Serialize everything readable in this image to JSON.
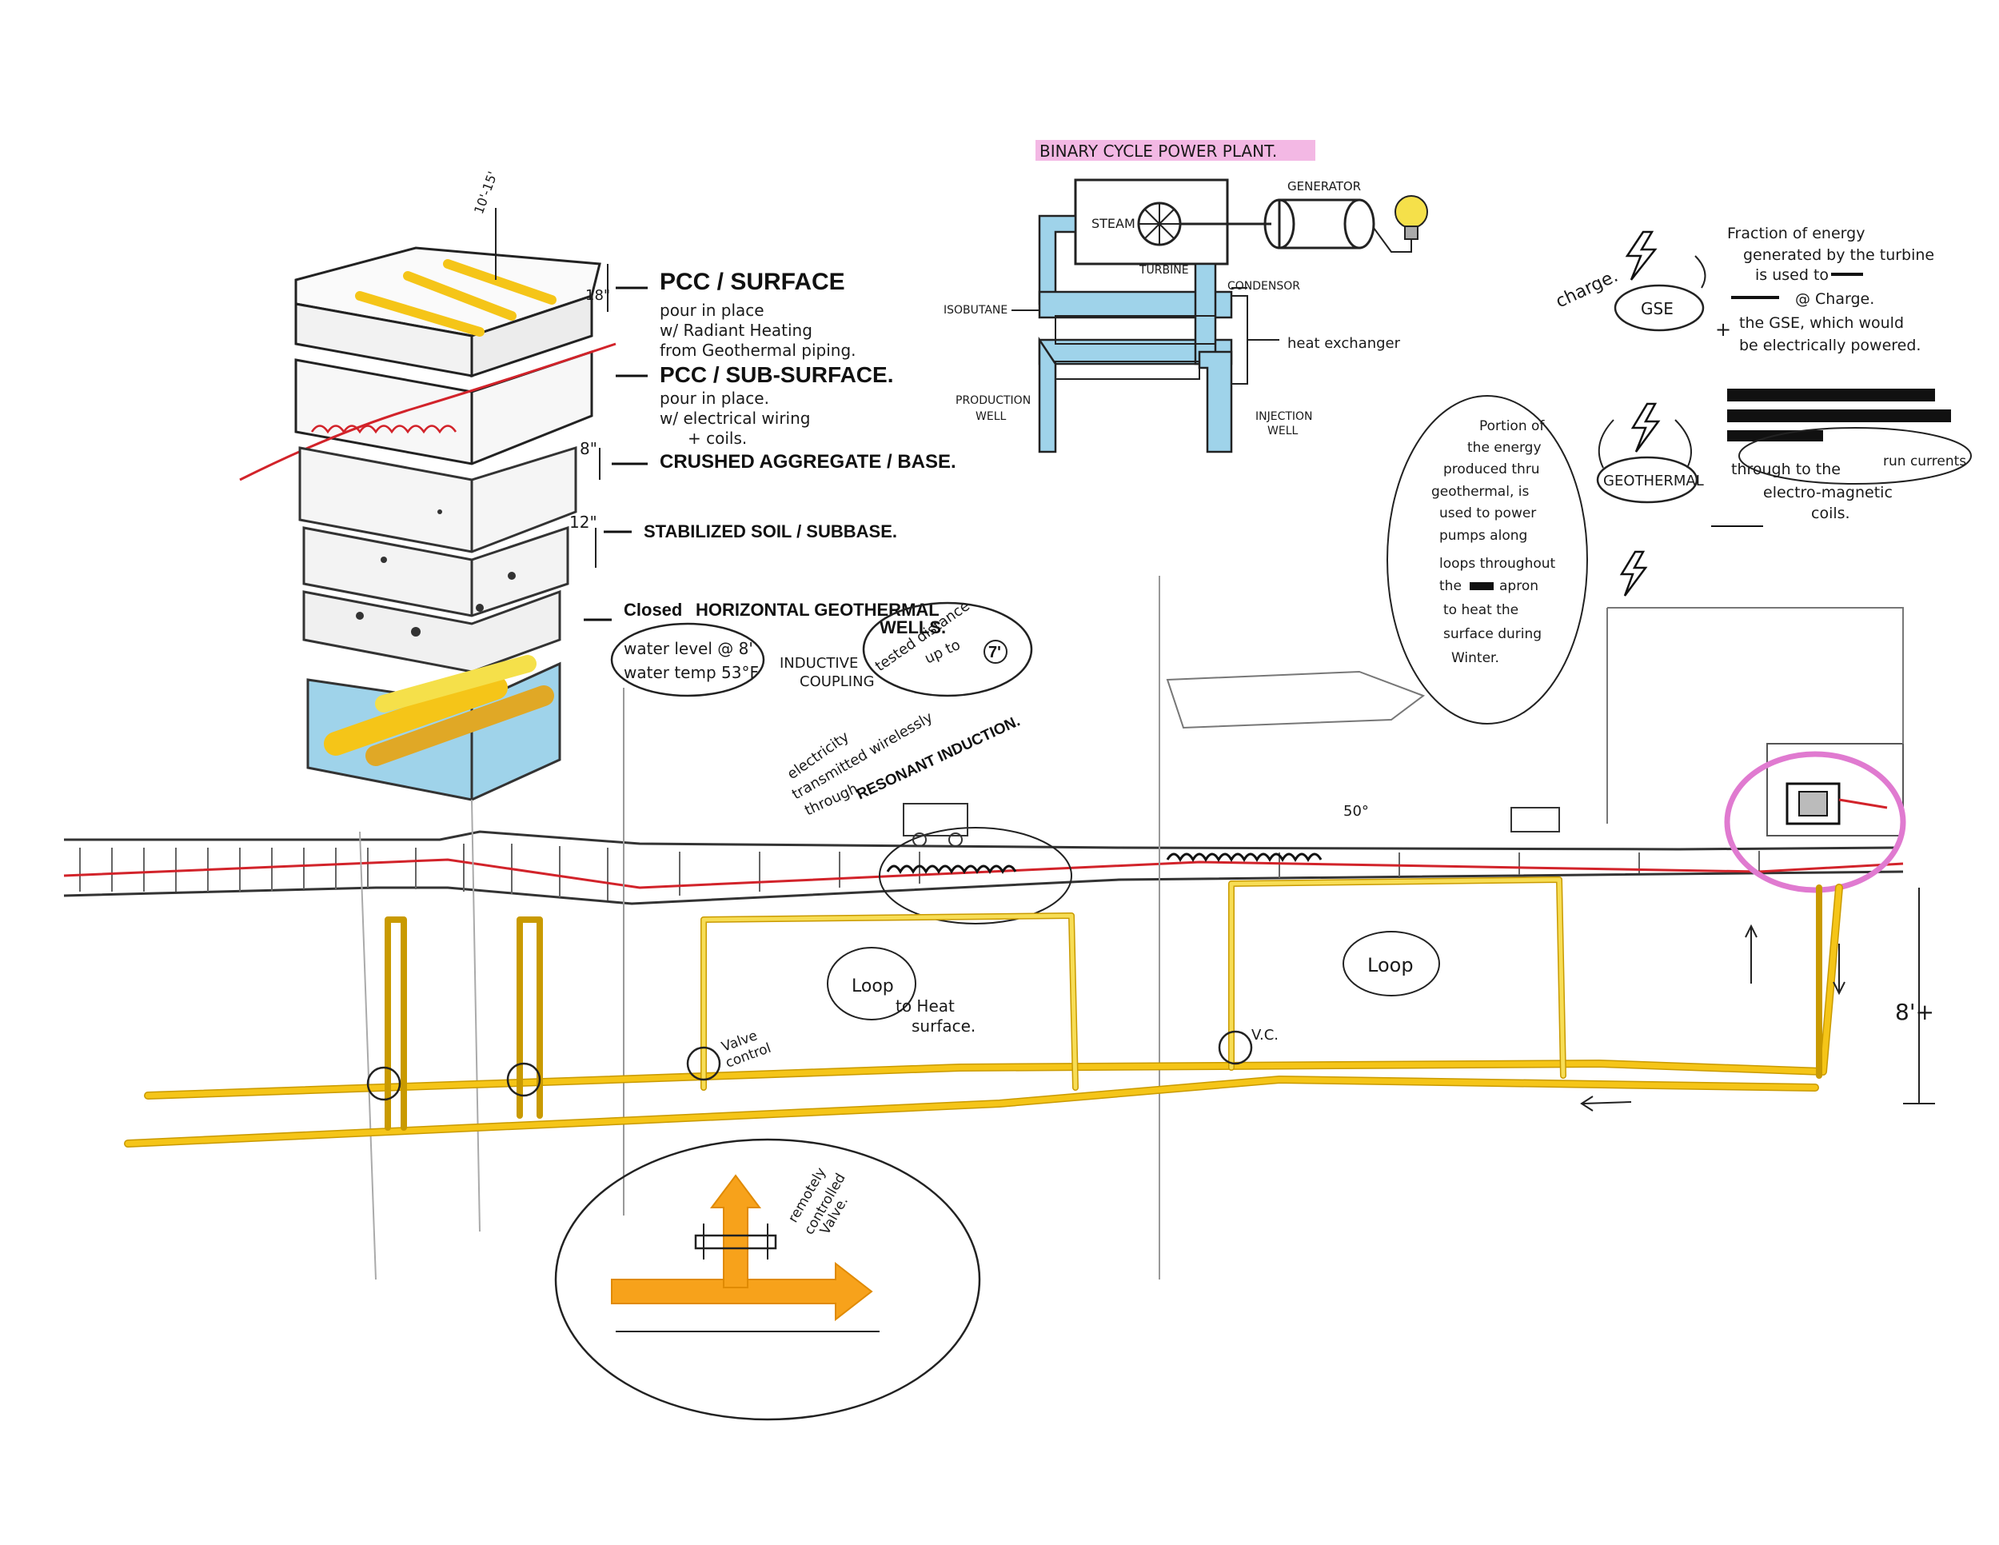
{
  "colors": {
    "paper": "#ffffff",
    "ink": "#1a1a1a",
    "pencil": "#555555",
    "geothermal_pipe": "#f5c518",
    "pipe_outline": "#c99a00",
    "water": "#9fd3ea",
    "heating_line": "#d2232a",
    "highlight_magenta": "#e07ad0",
    "arrow_orange": "#f7a21b",
    "highlight_title": "#f3b8e4"
  },
  "layers": {
    "surface_title": "PCC / SURFACE",
    "surface_desc_1": "pour in place",
    "surface_desc_2": "w/ Radiant Heating",
    "surface_desc_3": "from Geothermal piping.",
    "subsurface_title": "PCC / SUB-SURFACE.",
    "subsurface_desc_1": "pour in place.",
    "subsurface_desc_2": "w/ electrical wiring",
    "subsurface_desc_3": "+ coils.",
    "aggregate_title": "CRUSHED AGGREGATE / BASE.",
    "soil_title": "STABILIZED SOIL / SUBBASE.",
    "wells_title_1": "Closed",
    "wells_title_2": "HORIZONTAL GEOTHERMAL",
    "wells_title_3": "WELLS.",
    "dim_top": "10'-15'",
    "dim_surface": "18\"",
    "dim_aggregate": "8\"",
    "dim_soil": "12\""
  },
  "water_note": {
    "line1": "water level @ 8'",
    "line2": "water temp 53°F"
  },
  "inductive": {
    "line1": "INDUCTIVE",
    "line2": "COUPLING"
  },
  "tested_note": {
    "line1": "tested distance",
    "line2": "up to",
    "value": "7'"
  },
  "resonant": {
    "line1": "electricity",
    "line2": "transmitted wirelessly",
    "line3": "through",
    "line4": "RESONANT INDUCTION."
  },
  "binary_plant": {
    "title": "BINARY CYCLE POWER PLANT.",
    "generator": "GENERATOR",
    "steam": "STEAM",
    "turbine": "TURBINE",
    "condensor": "CONDENSOR",
    "isobutane": "ISOBUTANE",
    "heat_exchanger": "heat exchanger",
    "production_well_1": "PRODUCTION",
    "production_well_2": "WELL",
    "injection_well_1": "INJECTION",
    "injection_well_2": "WELL"
  },
  "energy_cycle": {
    "charge": "charge.",
    "gse": "GSE",
    "geothermal": "GEOTHERMAL",
    "fraction_1": "Fraction of energy",
    "fraction_2": "generated by the turbine",
    "fraction_3": "is used to",
    "fraction_4": "@ Charge.",
    "fraction_5": "the GSE, which would",
    "fraction_6": "be electrically powered.",
    "run_1": "run currents",
    "run_2": "through to the",
    "run_3": "electro-magnetic",
    "run_4": "coils.",
    "portion_1": "Portion of",
    "portion_2": "the energy",
    "portion_3": "produced thru",
    "portion_4": "geothermal, is",
    "portion_5": "used to power",
    "portion_6": "pumps along",
    "portion_7": "loops throughout",
    "portion_8": "the",
    "portion_8b": "apron",
    "portion_9": "to heat the",
    "portion_10": "surface during",
    "portion_11": "Winter."
  },
  "section": {
    "loop_left": "Loop",
    "to_heat_1": "to Heat",
    "to_heat_2": "surface.",
    "loop_right": "Loop",
    "valve_1": "Valve",
    "valve_2": "control",
    "vc": "V.C.",
    "depth": "8'+",
    "angle": "50°"
  },
  "valve_detail": {
    "line1": "remotely",
    "line2": "controlled",
    "line3": "Valve."
  }
}
